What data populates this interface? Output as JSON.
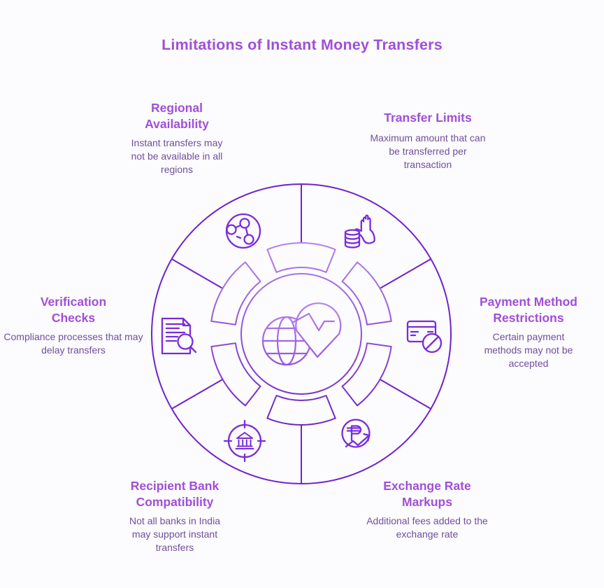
{
  "title": "Limitations of Instant Money Transfers",
  "colors": {
    "heading": "#a04fd8",
    "body_text": "#6f4f9e",
    "outline_dark": "#6f22cc",
    "icon_stroke": "#7a2cd9",
    "ring_gradient_light": "#b584ec",
    "ring_gradient_dark": "#6c20c0",
    "background": "#fcfbfd"
  },
  "center_icon": "globe-pulse-icon",
  "items": [
    {
      "id": "regional-availability",
      "heading": "Regional Availability",
      "description": "Instant transfers may not be available in all regions",
      "icon": "globe-network-icon",
      "position": "top-left"
    },
    {
      "id": "transfer-limits",
      "heading": "Transfer Limits",
      "description": "Maximum amount that can be transferred per transaction",
      "icon": "hand-coins-icon",
      "position": "top-right"
    },
    {
      "id": "verification-checks",
      "heading": "Verification Checks",
      "description": "Compliance processes that may delay transfers",
      "icon": "document-search-icon",
      "position": "left"
    },
    {
      "id": "payment-method-restrictions",
      "heading": "Payment Method Restrictions",
      "description": "Certain payment methods may not be accepted",
      "icon": "card-blocked-icon",
      "position": "right"
    },
    {
      "id": "recipient-bank-compatibility",
      "heading": "Recipient Bank Compatibility",
      "description": "Not all banks in India may support instant transfers",
      "icon": "bank-target-icon",
      "position": "bottom-left"
    },
    {
      "id": "exchange-rate-markups",
      "heading": "Exchange Rate Markups",
      "description": "Additional fees added to the exchange rate",
      "icon": "peso-trend-icon",
      "position": "bottom-right"
    }
  ]
}
